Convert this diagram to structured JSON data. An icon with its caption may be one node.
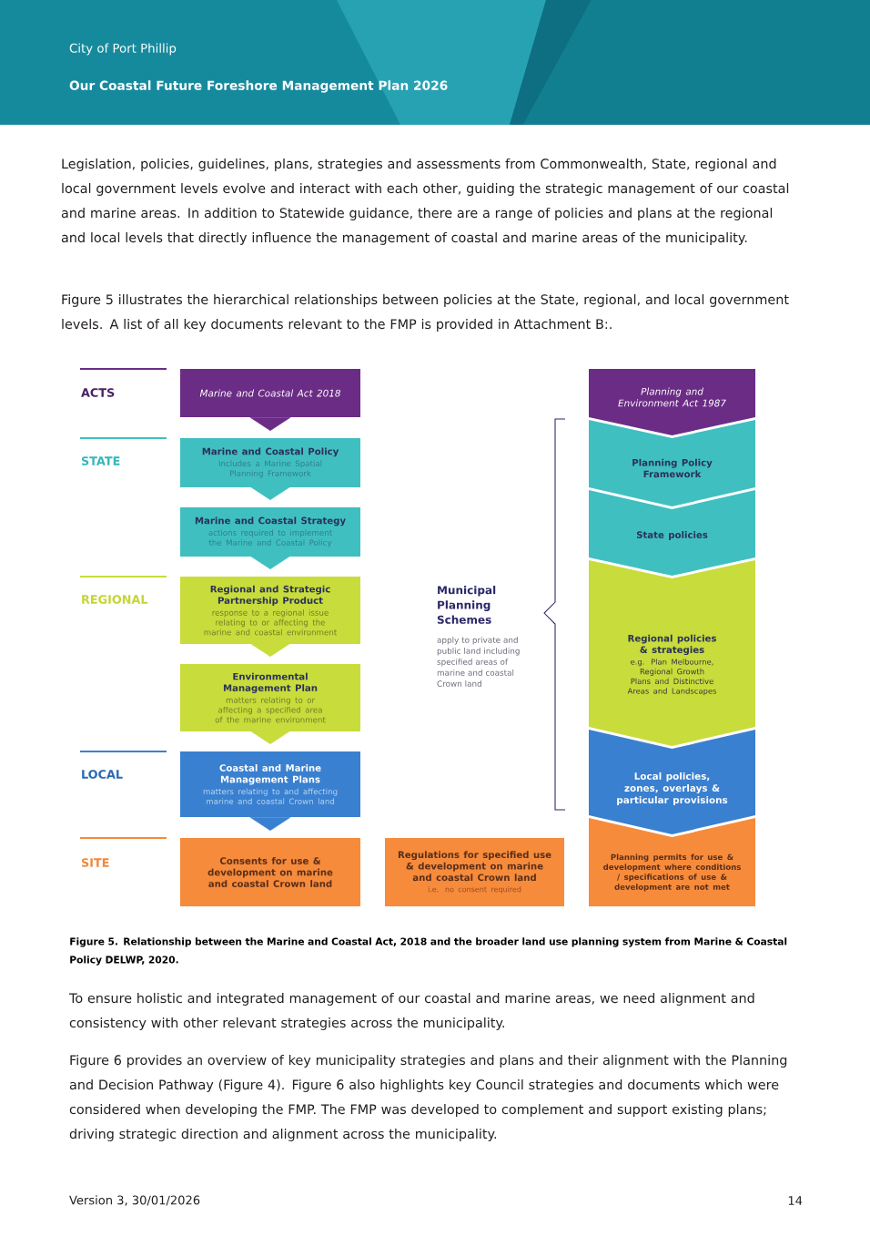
{
  "diagram": {
    "caption": "Figure 5. Relationship between the Marine and Coastal Act, 2018 and the broader land use planning system from Marine & Coastal Policy DELWP, 2020.",
    "nodes": [
      {
        "text": [
          "Marine and Coastal Act 2018"
        ]
      },
      {
        "text": [
          "Marine and Coastal Policy",
          "Includes a Marine Spatial Planning Framework"
        ]
      },
      {
        "text": [
          "Marine and Coastal Strategy",
          "actions required to implement the Marine and Coastal Policy"
        ]
      },
      {
        "text": [
          "Regional and Strategic Partnership Product",
          "response to a regional issue relating to or affecting the marine and coastal environment"
        ]
      },
      {
        "text": [
          "Environmental Management Plan",
          "matters relating to or affecting a specified area of the marine environment"
        ]
      },
      {
        "text": [
          "Coastal and Marine Management Plans",
          "matters relating to and affecting marine and coastal Crown land"
        ]
      },
      {
        "text": [
          "Consents for use & development on marine and coastal Crown land"
        ]
      },
      {
        "text": [
          "Regulations for specified use & development on marine and coastal Crown land",
          "i.e. no consent required"
        ]
      },
      {
        "text": [
          "Planning and Environment Act 1987"
        ]
      },
      {
        "text": [
          "Planning Policy Framework"
        ]
      },
      {
        "text": [
          "State policies"
        ]
      },
      {
        "text": [
          "Regional policies & strategies",
          "e.g. Plan Melbourne, Regional Growth Plans and Distinctive Areas and Landscapes"
        ]
      },
      {
        "text": [
          "Local policies, zones, overlays & particular provisions"
        ]
      },
      {
        "text": [
          "Planning permits for use & development where conditions / specifications of use & development are not met"
        ]
      }
    ],
    "edges": [
      {
        "from": 0,
        "to": 1,
        "arrow": "to",
        "color": "#6b2c86"
      },
      {
        "from": 1,
        "to": 2,
        "arrow": "to",
        "color": "#40bfc1"
      },
      {
        "from": 2,
        "to": 3,
        "arrow": "to",
        "color": "#40bfc1"
      },
      {
        "from": 3,
        "to": 4,
        "arrow": "to",
        "color": "#c8dc3c"
      },
      {
        "from": 4,
        "to": 5,
        "arrow": "to",
        "color": "#c8dc3c"
      },
      {
        "from": 5,
        "to": 6,
        "arrow": "to",
        "color": "#3a80d0"
      }
    ],
    "labels": [
      "City of Port Phillip",
      "Our Coastal Future Foreshore Management Plan 2026",
      "Legislation, policies, guidelines, plans, strategies and assessments from Commonwealth, State, regional and local government levels evolve and interact with each other, guiding the strategic management of our coastal and marine areas. In addition to Statewide guidance, there are a range of policies and plans at the regional and local levels that directly influence the management of coastal and marine areas of the municipality.",
      "Figure 5 illustrates the hierarchical relationships between policies at the State, regional, and local government levels. A list of all key documents relevant to the FMP is provided in Attachment B:.",
      "ACTS",
      "STATE",
      "REGIONAL",
      "LOCAL",
      "SITE",
      "Municipal Planning Schemes",
      "apply to private and public land including specified areas of marine and coastal Crown land",
      "To ensure holistic and integrated management of our coastal and marine areas, we need alignment and consistency with other relevant strategies across the municipality.",
      "Figure 6 provides an overview of key municipality strategies and plans and their alignment with the Planning and Decision Pathway (Figure 4). Figure 6 also highlights key Council strategies and documents which were considered when developing the FMP. The FMP was developed to complement and support existing plans; driving strategic direction and alignment across the municipality.",
      "Version 3, 30/01/2026",
      "14"
    ]
  }
}
